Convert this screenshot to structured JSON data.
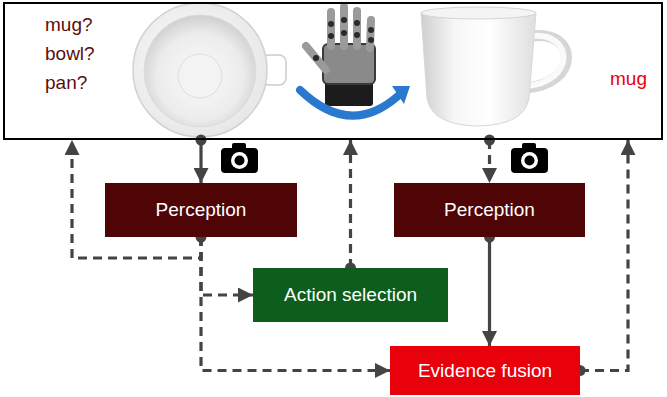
{
  "diagram": {
    "nodes": [
      {
        "text": [
          "mug? bowl? pan?",
          "mug"
        ]
      },
      {
        "text": [
          "Perception"
        ]
      },
      {
        "text": [
          "Perception"
        ]
      },
      {
        "text": [
          "Action selection"
        ]
      },
      {
        "text": [
          "Evidence fusion"
        ]
      }
    ],
    "edges": [
      {
        "from": 0,
        "to": 1,
        "arrow": "to"
      },
      {
        "from": 1,
        "to": 0,
        "arrow": "to"
      },
      {
        "from": 0,
        "to": 2,
        "arrow": "to"
      },
      {
        "from": 1,
        "to": 3,
        "arrow": "to"
      },
      {
        "from": 3,
        "to": 0,
        "arrow": "to"
      },
      {
        "from": 1,
        "to": 4,
        "arrow": "to"
      },
      {
        "from": 2,
        "to": 4,
        "arrow": "to"
      },
      {
        "from": 4,
        "to": 0,
        "arrow": "to"
      }
    ]
  }
}
